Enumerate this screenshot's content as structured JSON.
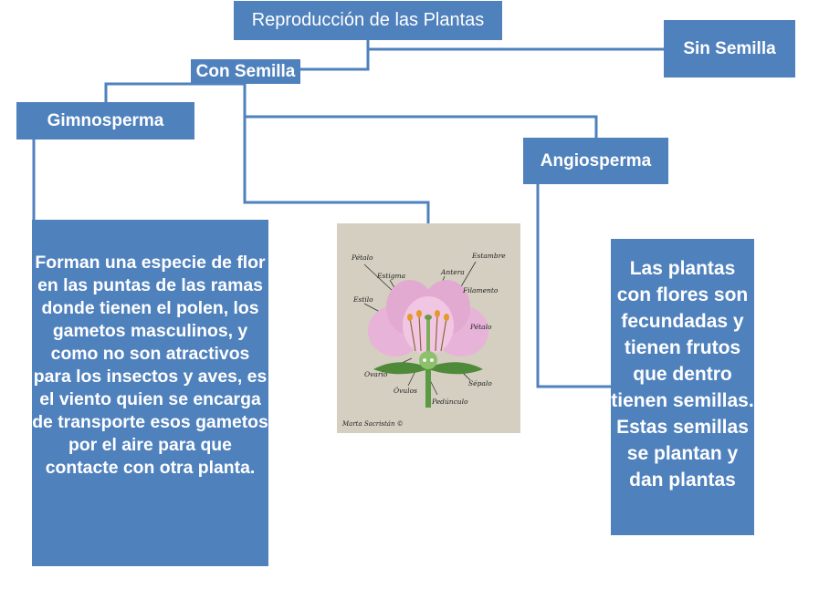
{
  "diagram": {
    "root": {
      "label": "Reproducción de las Plantas"
    },
    "sin_semilla": {
      "label": "Sin Semilla"
    },
    "con_semilla": {
      "label": "Con Semilla"
    },
    "gimnosperma": {
      "label": "Gimnosperma",
      "description": "Forman una especie de flor en las puntas de las ramas donde tienen el polen, los gametos masculinos, y como no son atractivos para los insectos y aves, es el viento quien se encarga de transporte esos gametos por el aire para que contacte con otra planta."
    },
    "angiosperma": {
      "label": "Angiosperma",
      "description": "Las plantas con flores son fecundadas y tienen frutos que dentro tienen semillas. Estas semillas se plantan y dan plantas"
    },
    "flower_image": {
      "labels": {
        "petalo_top": "Pétalo",
        "estigma": "Estigma",
        "estilo": "Estilo",
        "antera": "Antera",
        "estambre": "Estambre",
        "filamento": "Filamento",
        "petalo_right": "Pétalo",
        "ovario": "Ovario",
        "ovulos": "Óvulos",
        "pedunculo": "Pedúnculo",
        "sepalo": "Sépalo"
      },
      "signature": "Marta Sacristán ©"
    }
  },
  "colors": {
    "box_fill": "#4f81bd",
    "box_text": "#ffffff",
    "connector": "#4f81bd",
    "image_background": "#d4cfc0",
    "petal_pink": "#e7b3d8"
  }
}
